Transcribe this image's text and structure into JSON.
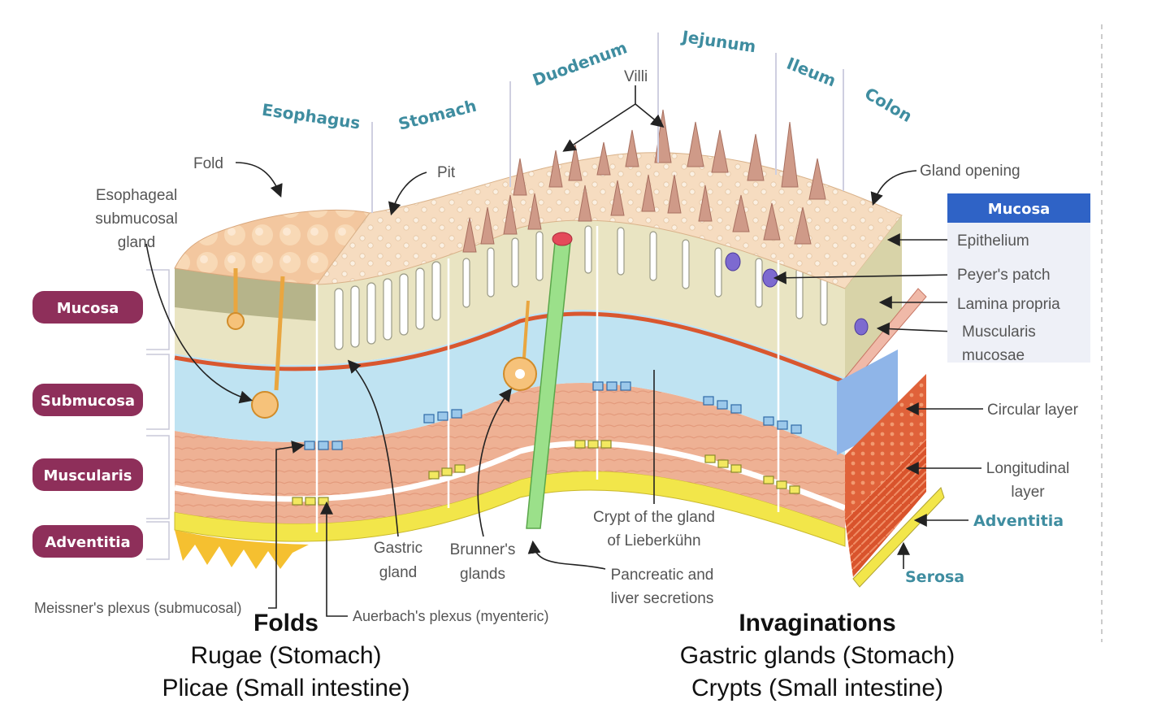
{
  "regions": {
    "esophagus": "Esophagus",
    "stomach": "Stomach",
    "duodenum": "Duodenum",
    "jejunum": "Jejunum",
    "ileum": "Ileum",
    "colon": "Colon"
  },
  "layer_tags": {
    "mucosa": "Mucosa",
    "submucosa": "Submucosa",
    "muscularis": "Muscularis",
    "adventitia": "Adventitia"
  },
  "labels": {
    "villi": "Villi",
    "fold": "Fold",
    "pit": "Pit",
    "esophageal_gland_1": "Esophageal",
    "esophageal_gland_2": "submucosal",
    "esophageal_gland_3": "gland",
    "gland_opening": "Gland opening",
    "gastric_gland_1": "Gastric",
    "gastric_gland_2": "gland",
    "brunners_1": "Brunner's",
    "brunners_2": "glands",
    "crypt_1": "Crypt of the gland",
    "crypt_2": "of Lieberkühn",
    "pancreatic_1": "Pancreatic and",
    "pancreatic_2": "liver secretions",
    "meissner": "Meissner's plexus (submucosal)",
    "auerbach": "Auerbach's plexus (myenteric)"
  },
  "right_panel": {
    "header": "Mucosa",
    "epithelium": "Epithelium",
    "peyers_patch": "Peyer's patch",
    "lamina_propria": "Lamina propria",
    "muscularis_mucosae_1": "Muscularis",
    "muscularis_mucosae_2": "mucosae",
    "circular_layer": "Circular layer",
    "longitudinal_1": "Longitudinal",
    "longitudinal_2": "layer",
    "adventitia": "Adventitia",
    "serosa": "Serosa"
  },
  "captions": {
    "folds": {
      "title": "Folds",
      "line1": "Rugae (Stomach)",
      "line2": "Plicae (Small intestine)"
    },
    "invaginations": {
      "title": "Invaginations",
      "line1": "Gastric glands (Stomach)",
      "line2": "Crypts (Small intestine)"
    }
  },
  "colors": {
    "tag_bg": "#8e2f5a",
    "mucosa_header_bg": "#2f63c6",
    "region_label": "#3f8da0",
    "submucosa": "#bfe3f2",
    "mucosa_body": "#e9e4c2",
    "muscle": "#efb69a",
    "serosa": "#f2e64a"
  }
}
